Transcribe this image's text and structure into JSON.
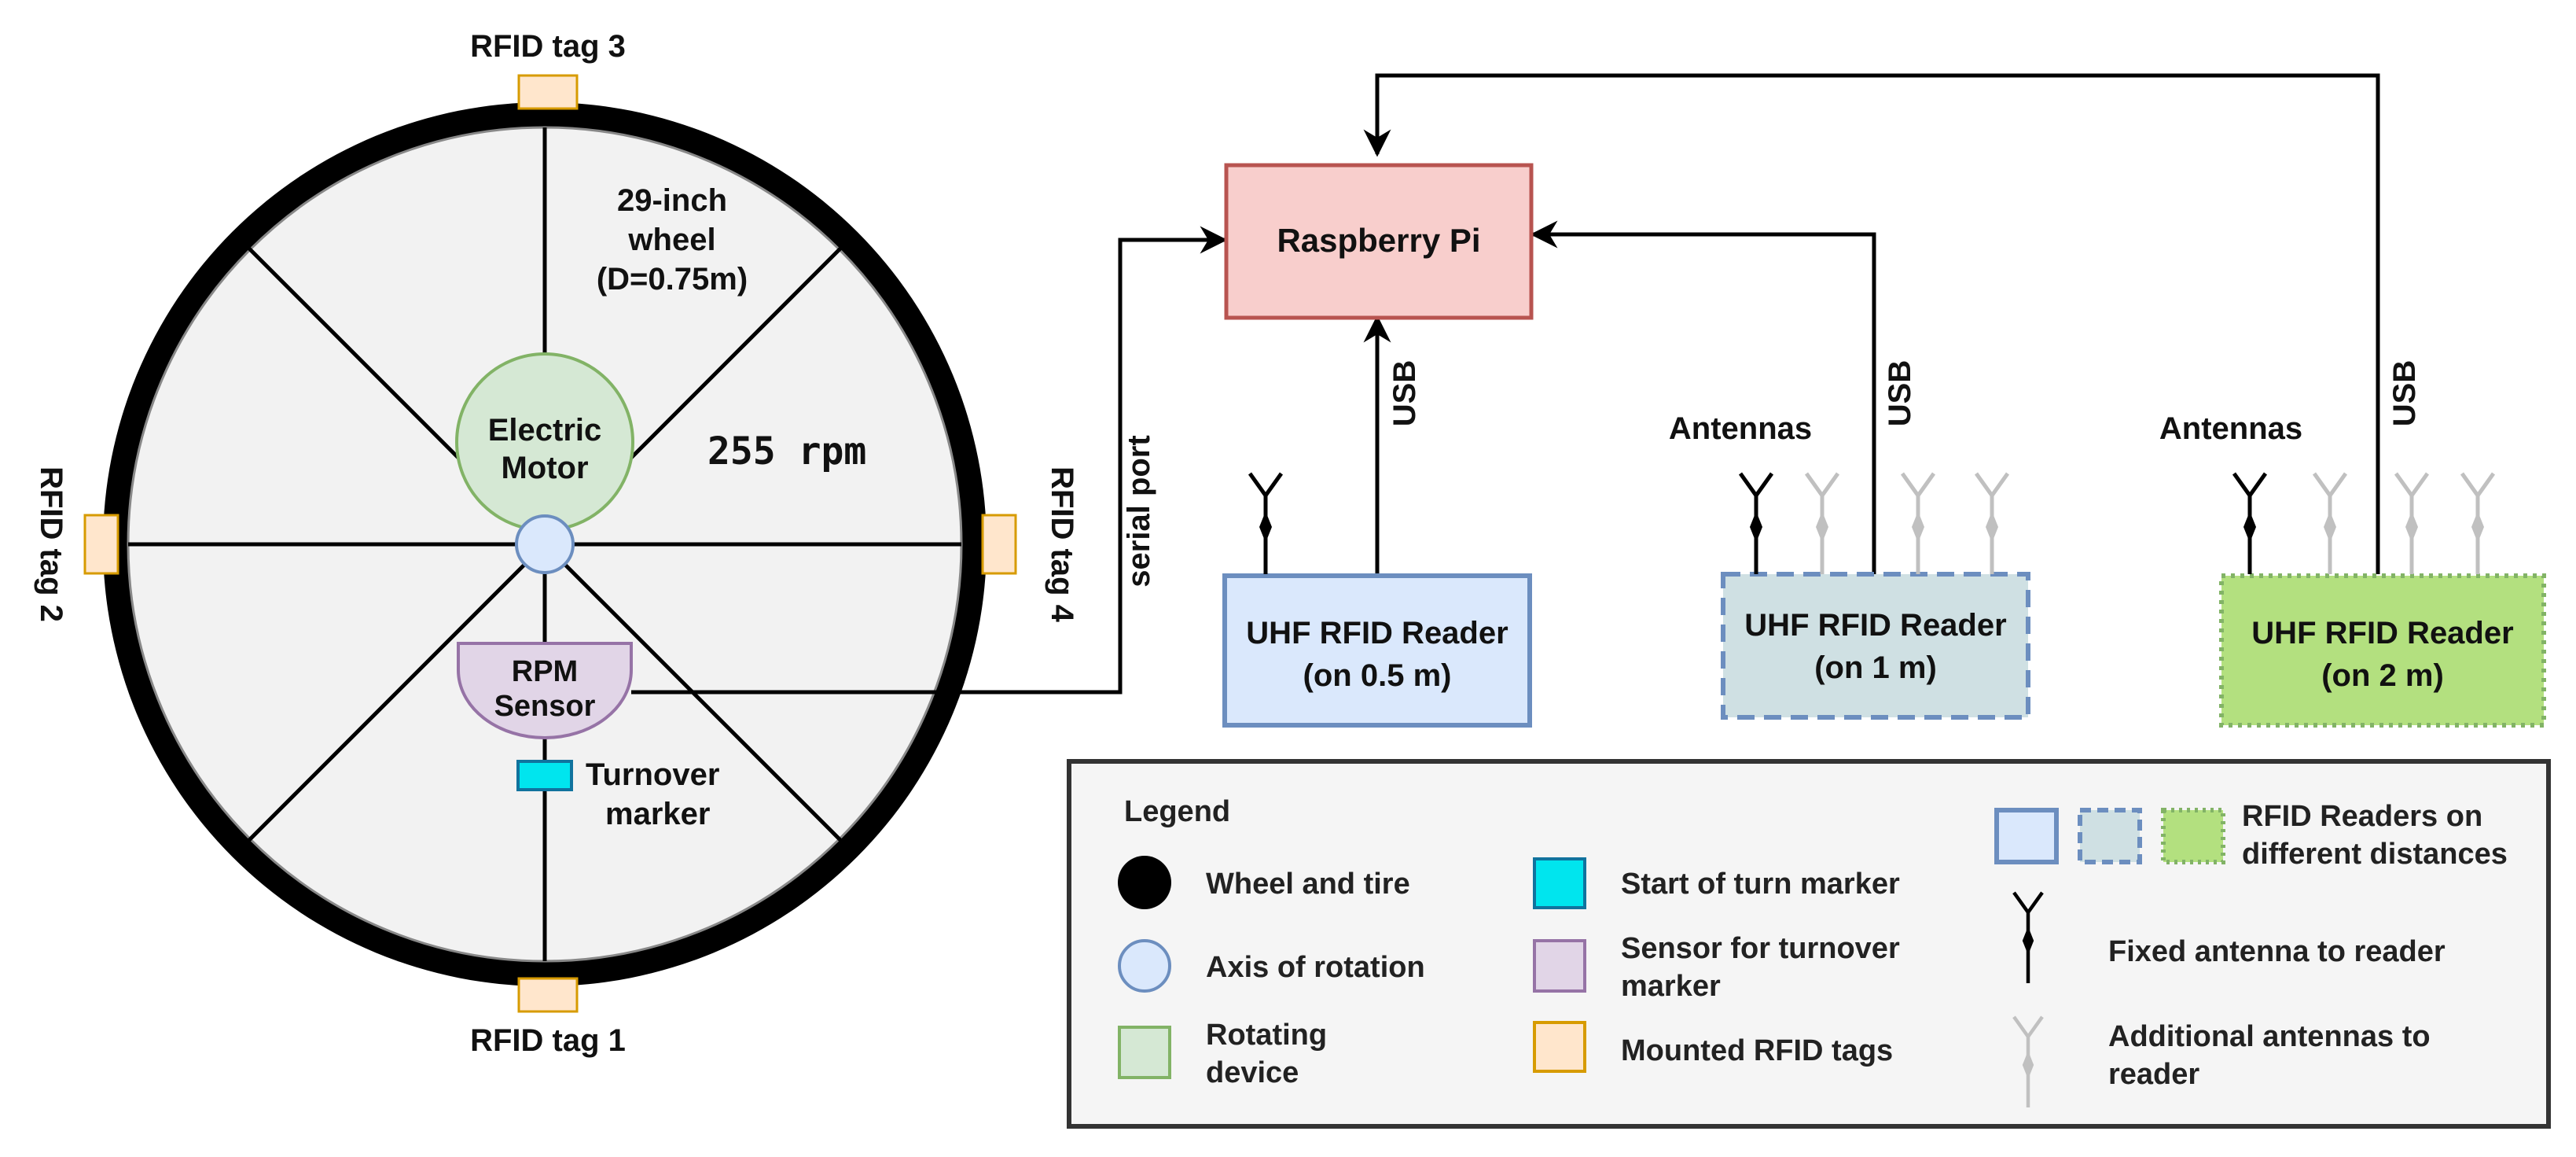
{
  "wheel": {
    "label_lines": [
      "29-inch",
      "wheel",
      "(D=0.75m)"
    ],
    "motor_lines": [
      "Electric",
      "Motor"
    ],
    "speed": "255 rpm",
    "sensor_lines": [
      "RPM",
      "Sensor"
    ],
    "marker_lines": [
      "Turnover",
      "marker"
    ],
    "tags": {
      "top": "RFID tag 3",
      "bottom": "RFID tag 1",
      "left": "RFID tag 2",
      "right": "RFID tag 4"
    },
    "colors": {
      "tire": "#000000",
      "face": "#f2f2f2",
      "motor": "#d5e8d4",
      "axis": "#dae8fc",
      "sensor": "#e1d5e7",
      "marker": "#00e5ee",
      "tag": "#ffe6cc"
    }
  },
  "connections": {
    "serial": "serial port",
    "usb": "USB"
  },
  "pi": {
    "label": "Raspberry Pi",
    "color": "#f8cecc",
    "border": "#b85450"
  },
  "readers": [
    {
      "line1": "UHF RFID Reader",
      "line2": "(on 0.5 m)",
      "antenna_label": "",
      "color": "#dae8fc",
      "border": "#6c8ebf",
      "style": "solid"
    },
    {
      "line1": "UHF RFID Reader",
      "line2": "(on 1 m)",
      "antenna_label": "Antennas",
      "color": "#cfe0e3",
      "border": "#6c8ebf",
      "style": "dashed"
    },
    {
      "line1": "UHF RFID Reader",
      "line2": "(on 2 m)",
      "antenna_label": "Antennas",
      "color": "#b3e07f",
      "border": "#82b366",
      "style": "dotted"
    }
  ],
  "legend": {
    "title": "Legend",
    "items": {
      "wheel": "Wheel and tire",
      "axis": "Axis of rotation",
      "rotating": [
        "Rotating",
        "device"
      ],
      "start": "Start of turn marker",
      "sensor": [
        "Sensor for turnover",
        "marker"
      ],
      "tags": "Mounted RFID tags",
      "readers": [
        "RFID Readers on",
        "different distances"
      ],
      "fixed": "Fixed antenna to reader",
      "additional": [
        "Additional antennas to",
        "reader"
      ]
    }
  }
}
